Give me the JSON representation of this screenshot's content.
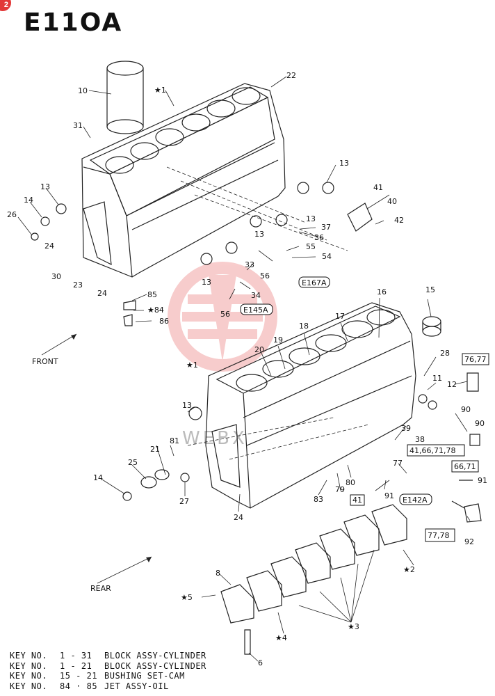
{
  "badge": "2",
  "title": "E11OA",
  "watermark": "WEBX",
  "labels": {
    "p10": "10",
    "p1a": "★1",
    "p22": "22",
    "p31": "31",
    "p13a": "13",
    "p13b": "13",
    "p14a": "14",
    "p26": "26",
    "p24a": "24",
    "p30": "30",
    "p23": "23",
    "p24b": "24",
    "p13c": "13",
    "p13d": "13",
    "p13e": "13",
    "p41a": "41",
    "p40": "40",
    "p42": "42",
    "p37": "37",
    "p36": "36",
    "p55": "55",
    "p54": "54",
    "p33": "33",
    "p56a": "56",
    "p34": "34",
    "p56b": "56",
    "p85": "85",
    "p84": "★84",
    "p86": "86",
    "p15": "15",
    "p16": "16",
    "p17": "17",
    "p18": "18",
    "p19": "19",
    "p20": "20",
    "p1b": "★1",
    "p28": "28",
    "p11": "11",
    "p12": "12",
    "p90a": "90",
    "p90b": "90",
    "p13f": "13",
    "p21": "21",
    "p81": "81",
    "p25": "25",
    "p14b": "14",
    "p27": "27",
    "p39": "39",
    "p38": "38",
    "p77": "77",
    "p80": "80",
    "p79": "79",
    "p83": "83",
    "p91a": "91",
    "p91b": "91",
    "p24c": "24",
    "p92": "92",
    "p2": "★2",
    "p8": "8",
    "p5": "★5",
    "p4": "★4",
    "p3": "★3",
    "p6": "6",
    "front": "FRONT",
    "rear": "REAR"
  },
  "refs": {
    "e167a": "E167A",
    "e145a": "E145A",
    "e142a": "E142A",
    "r7677": "76,77",
    "r41_66": "41,66,71,78",
    "r6671": "66,71",
    "r41": "41",
    "r7778": "77,78"
  },
  "legend": [
    {
      "key": "KEY NO.",
      "range": "1 - 31",
      "desc": "BLOCK ASSY-CYLINDER"
    },
    {
      "key": "KEY NO.",
      "range": "1 - 21",
      "desc": "BLOCK ASSY-CYLINDER"
    },
    {
      "key": "KEY NO.",
      "range": "15 - 21",
      "desc": "BUSHING SET-CAM"
    },
    {
      "key": "KEY NO.",
      "range": "84 · 85",
      "desc": "JET ASSY-OIL"
    }
  ]
}
